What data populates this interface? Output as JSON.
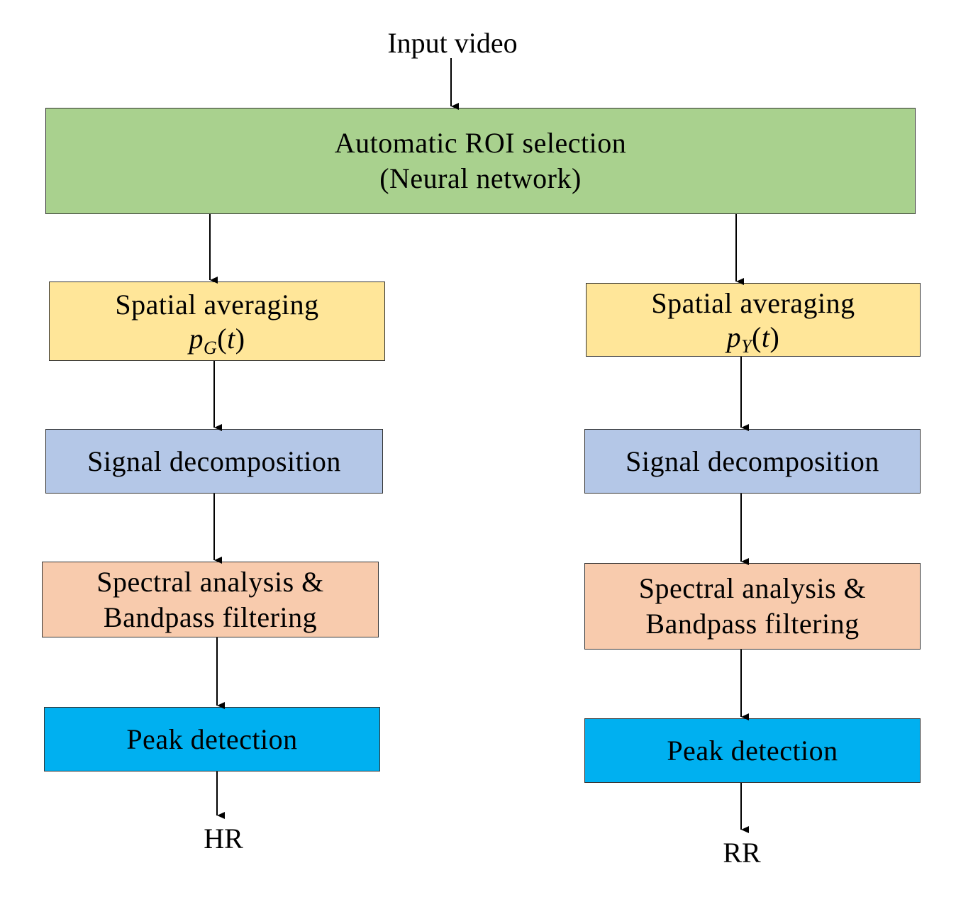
{
  "colors": {
    "roi": "#a9d18e",
    "spatial": "#ffe699",
    "decomposition": "#b4c7e7",
    "spectral": "#f8cbad",
    "peak": "#00b0f0"
  },
  "input_label": "Input video",
  "roi": {
    "line1": "Automatic ROI selection",
    "line2": "(Neural network)"
  },
  "left": {
    "spatial": {
      "title": "Spatial averaging",
      "symbol": "p",
      "subscript": "G",
      "arg": "t"
    },
    "decomposition": "Signal decomposition",
    "spectral": {
      "line1": "Spectral analysis &",
      "line2": "Bandpass filtering"
    },
    "peak": "Peak detection",
    "output": "HR"
  },
  "right": {
    "spatial": {
      "title": "Spatial averaging",
      "symbol": "p",
      "subscript": "Y",
      "arg": "t"
    },
    "decomposition": "Signal decomposition",
    "spectral": {
      "line1": "Spectral analysis &",
      "line2": "Bandpass filtering"
    },
    "peak": "Peak detection",
    "output": "RR"
  }
}
